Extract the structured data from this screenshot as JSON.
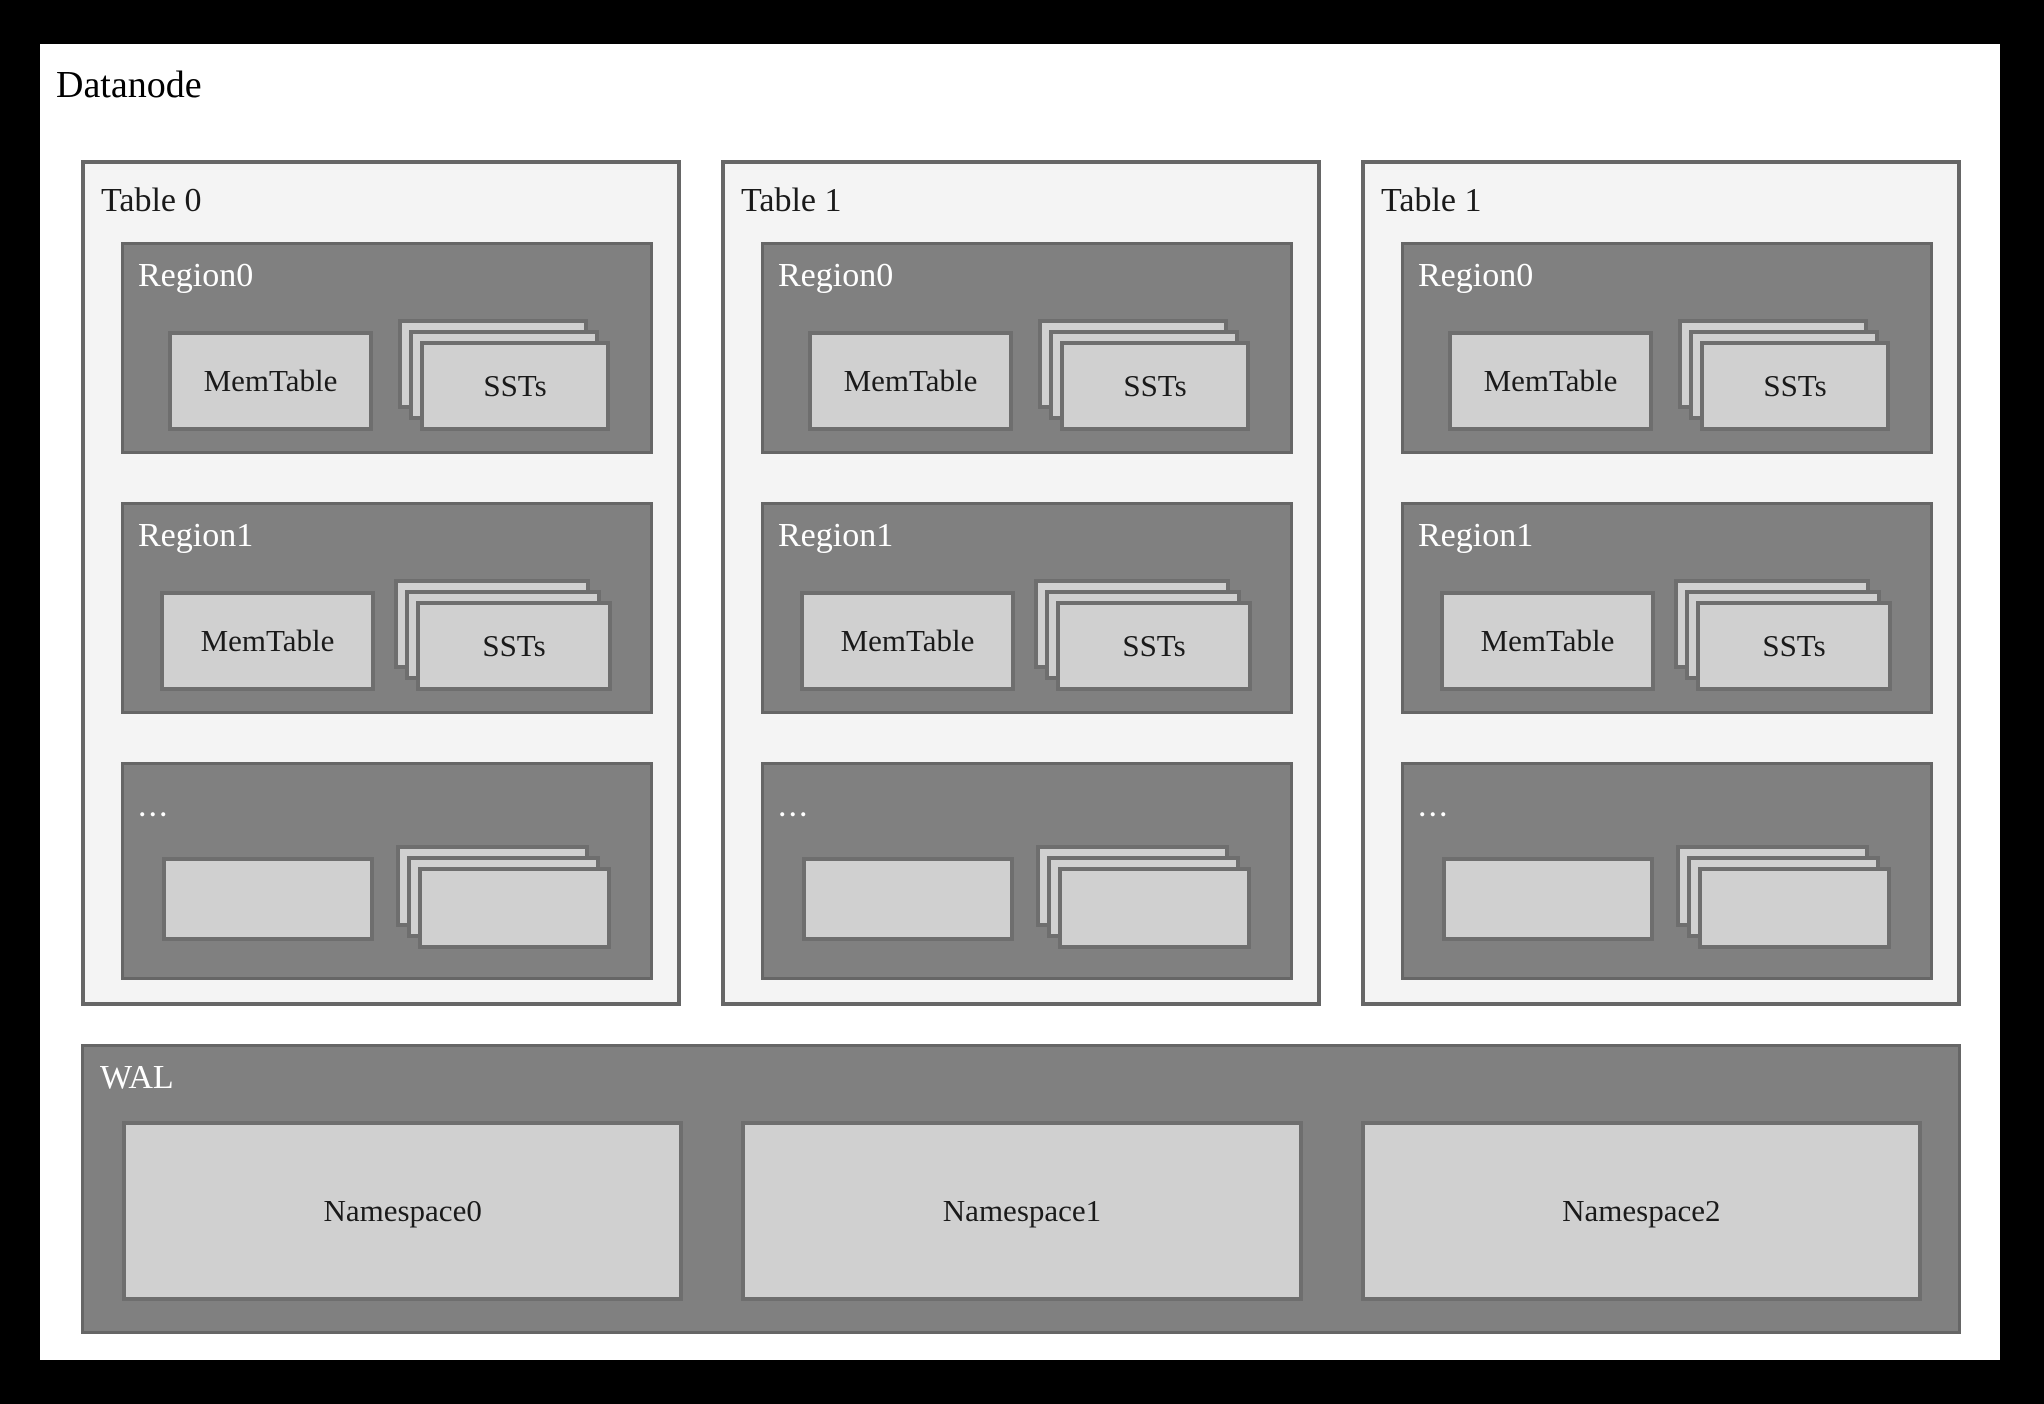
{
  "diagram": {
    "title": "Datanode",
    "type": "architecture-diagram",
    "colors": {
      "frame": "#000000",
      "canvas": "#ffffff",
      "table_panel_fill": "#f4f4f4",
      "region_fill": "#808080",
      "box_fill": "#d0d0d0",
      "border": "#666666",
      "text_dark": "#1a1a1a",
      "text_light": "#ffffff"
    }
  },
  "tables": [
    {
      "title": "Table 0",
      "regions": [
        {
          "title": "Region0",
          "memtable_label": "MemTable",
          "sst_label": "SSTs",
          "sst_layers": 3
        },
        {
          "title": "Region1",
          "memtable_label": "MemTable",
          "sst_label": "SSTs",
          "sst_layers": 3
        },
        {
          "title": "...",
          "memtable_label": "",
          "sst_label": "",
          "sst_layers": 3
        }
      ]
    },
    {
      "title": "Table 1",
      "regions": [
        {
          "title": "Region0",
          "memtable_label": "MemTable",
          "sst_label": "SSTs",
          "sst_layers": 3
        },
        {
          "title": "Region1",
          "memtable_label": "MemTable",
          "sst_label": "SSTs",
          "sst_layers": 3
        },
        {
          "title": "...",
          "memtable_label": "",
          "sst_label": "",
          "sst_layers": 3
        }
      ]
    },
    {
      "title": "Table 1",
      "regions": [
        {
          "title": "Region0",
          "memtable_label": "MemTable",
          "sst_label": "SSTs",
          "sst_layers": 3
        },
        {
          "title": "Region1",
          "memtable_label": "MemTable",
          "sst_label": "SSTs",
          "sst_layers": 3
        },
        {
          "title": "...",
          "memtable_label": "",
          "sst_label": "",
          "sst_layers": 3
        }
      ]
    }
  ],
  "wal": {
    "title": "WAL",
    "namespaces": [
      {
        "label": "Namespace0"
      },
      {
        "label": "Namespace1"
      },
      {
        "label": "Namespace2"
      }
    ]
  }
}
